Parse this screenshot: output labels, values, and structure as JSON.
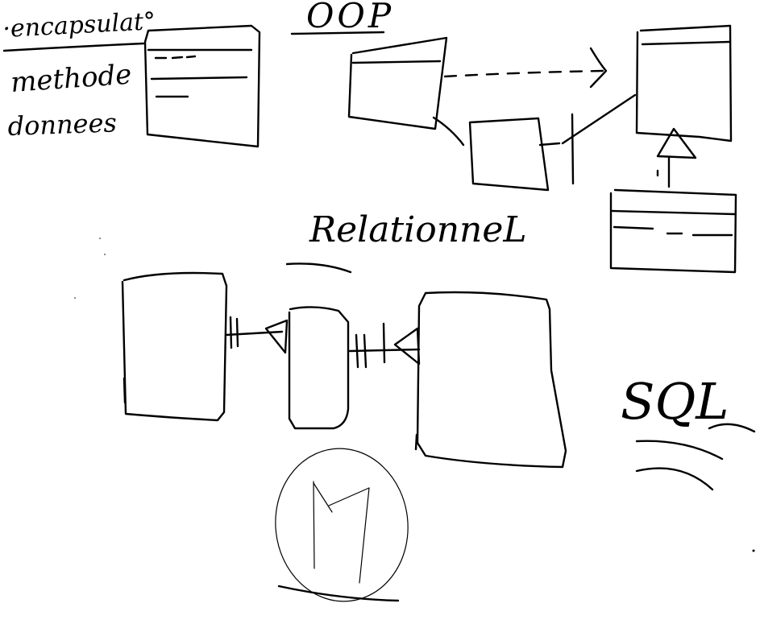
{
  "labels": {
    "oop": "OOP",
    "encapsulation": "·encapsulat°",
    "methods": "methode",
    "data": "donnees",
    "relational": "RelationneL",
    "sql": "SQL",
    "m_symbol": "M"
  },
  "colors": {
    "ink": "#000000",
    "background": "#ffffff"
  }
}
